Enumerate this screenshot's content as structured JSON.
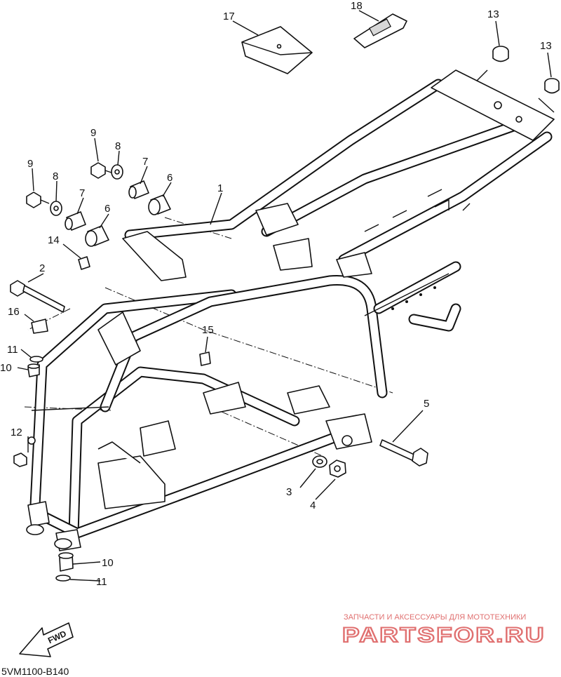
{
  "callouts": [
    {
      "id": "c1",
      "label": "1"
    },
    {
      "id": "c2",
      "label": "2"
    },
    {
      "id": "c3",
      "label": "3"
    },
    {
      "id": "c4",
      "label": "4"
    },
    {
      "id": "c5",
      "label": "5"
    },
    {
      "id": "c6a",
      "label": "6"
    },
    {
      "id": "c6b",
      "label": "6"
    },
    {
      "id": "c7a",
      "label": "7"
    },
    {
      "id": "c7b",
      "label": "7"
    },
    {
      "id": "c8a",
      "label": "8"
    },
    {
      "id": "c8b",
      "label": "8"
    },
    {
      "id": "c9a",
      "label": "9"
    },
    {
      "id": "c9b",
      "label": "9"
    },
    {
      "id": "c10a",
      "label": "10"
    },
    {
      "id": "c10b",
      "label": "10"
    },
    {
      "id": "c11a",
      "label": "11"
    },
    {
      "id": "c11b",
      "label": "11"
    },
    {
      "id": "c12",
      "label": "12"
    },
    {
      "id": "c13a",
      "label": "13"
    },
    {
      "id": "c13b",
      "label": "13"
    },
    {
      "id": "c14",
      "label": "14"
    },
    {
      "id": "c15",
      "label": "15"
    },
    {
      "id": "c16",
      "label": "16"
    },
    {
      "id": "c17",
      "label": "17"
    },
    {
      "id": "c18",
      "label": "18"
    }
  ],
  "fwd_label": "FWD",
  "diagram_code": "5VM1100-B140",
  "watermark": {
    "subtitle": "ЗАПЧАСТИ И АКСЕССУАРЫ ДЛЯ МОТОТЕХНИКИ",
    "brand": "PARTSFOR.RU",
    "color": "#e07070"
  }
}
